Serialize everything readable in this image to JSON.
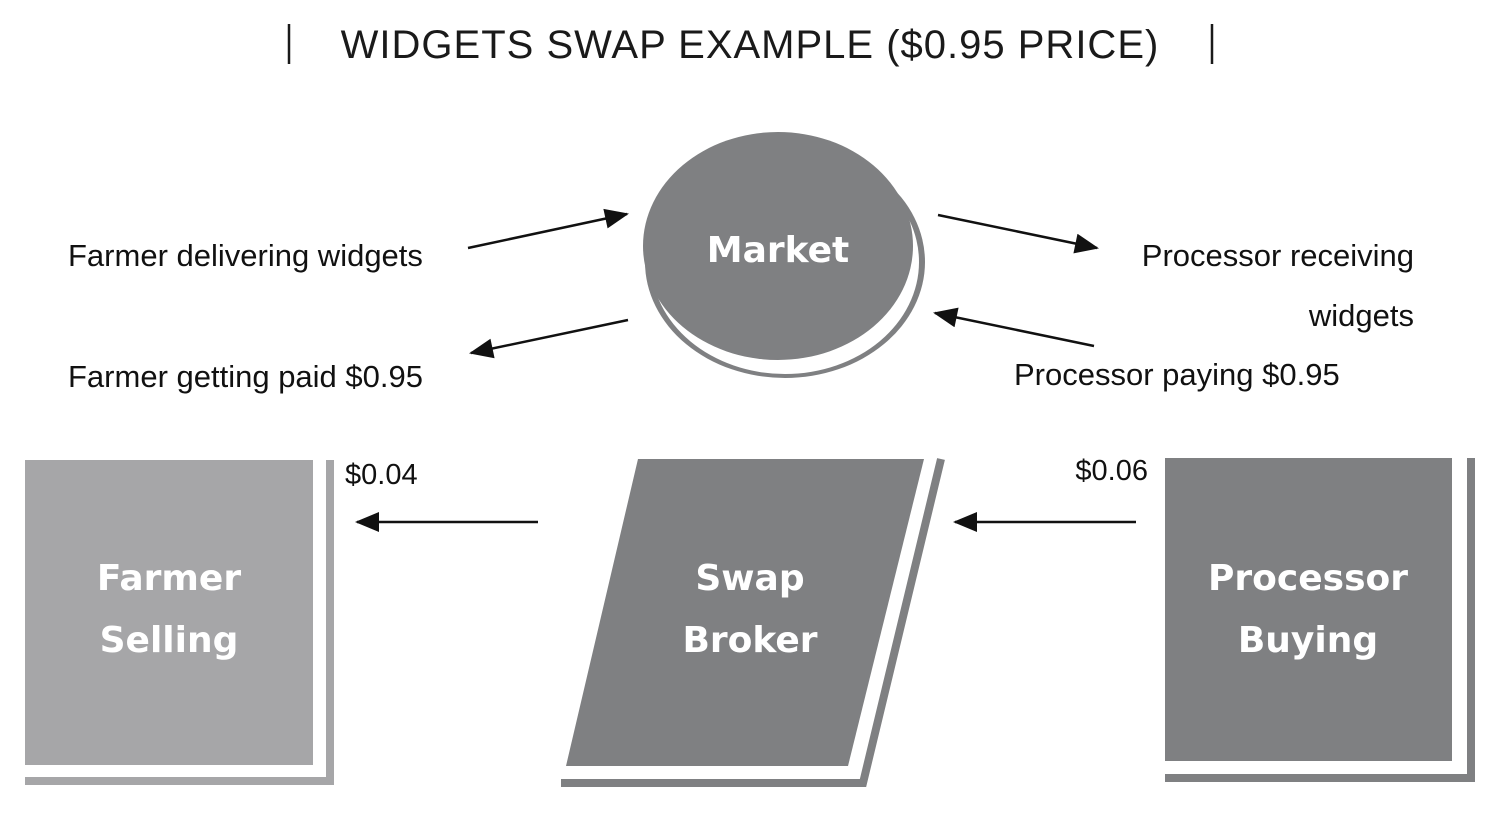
{
  "title": "WIDGETS SWAP EXAMPLE ($0.95 PRICE)",
  "nodes": {
    "market": {
      "label": "Market"
    },
    "farmer": {
      "line1": "Farmer",
      "line2": "Selling"
    },
    "broker": {
      "line1": "Swap",
      "line2": "Broker"
    },
    "processor": {
      "line1": "Processor",
      "line2": "Buying"
    }
  },
  "flows": {
    "farmer_delivering": "Farmer delivering widgets",
    "farmer_paid": "Farmer getting paid $0.95",
    "processor_receiving_line1": "Processor receiving",
    "processor_receiving_line2": "widgets",
    "processor_paying": "Processor paying $0.95"
  },
  "payments": {
    "broker_to_farmer": "$0.04",
    "processor_to_broker": "$0.06"
  },
  "colors": {
    "farmer_fill": "#a6a6a8",
    "dark_fill": "#7f8082",
    "ink": "#111111",
    "background": "#ffffff"
  }
}
